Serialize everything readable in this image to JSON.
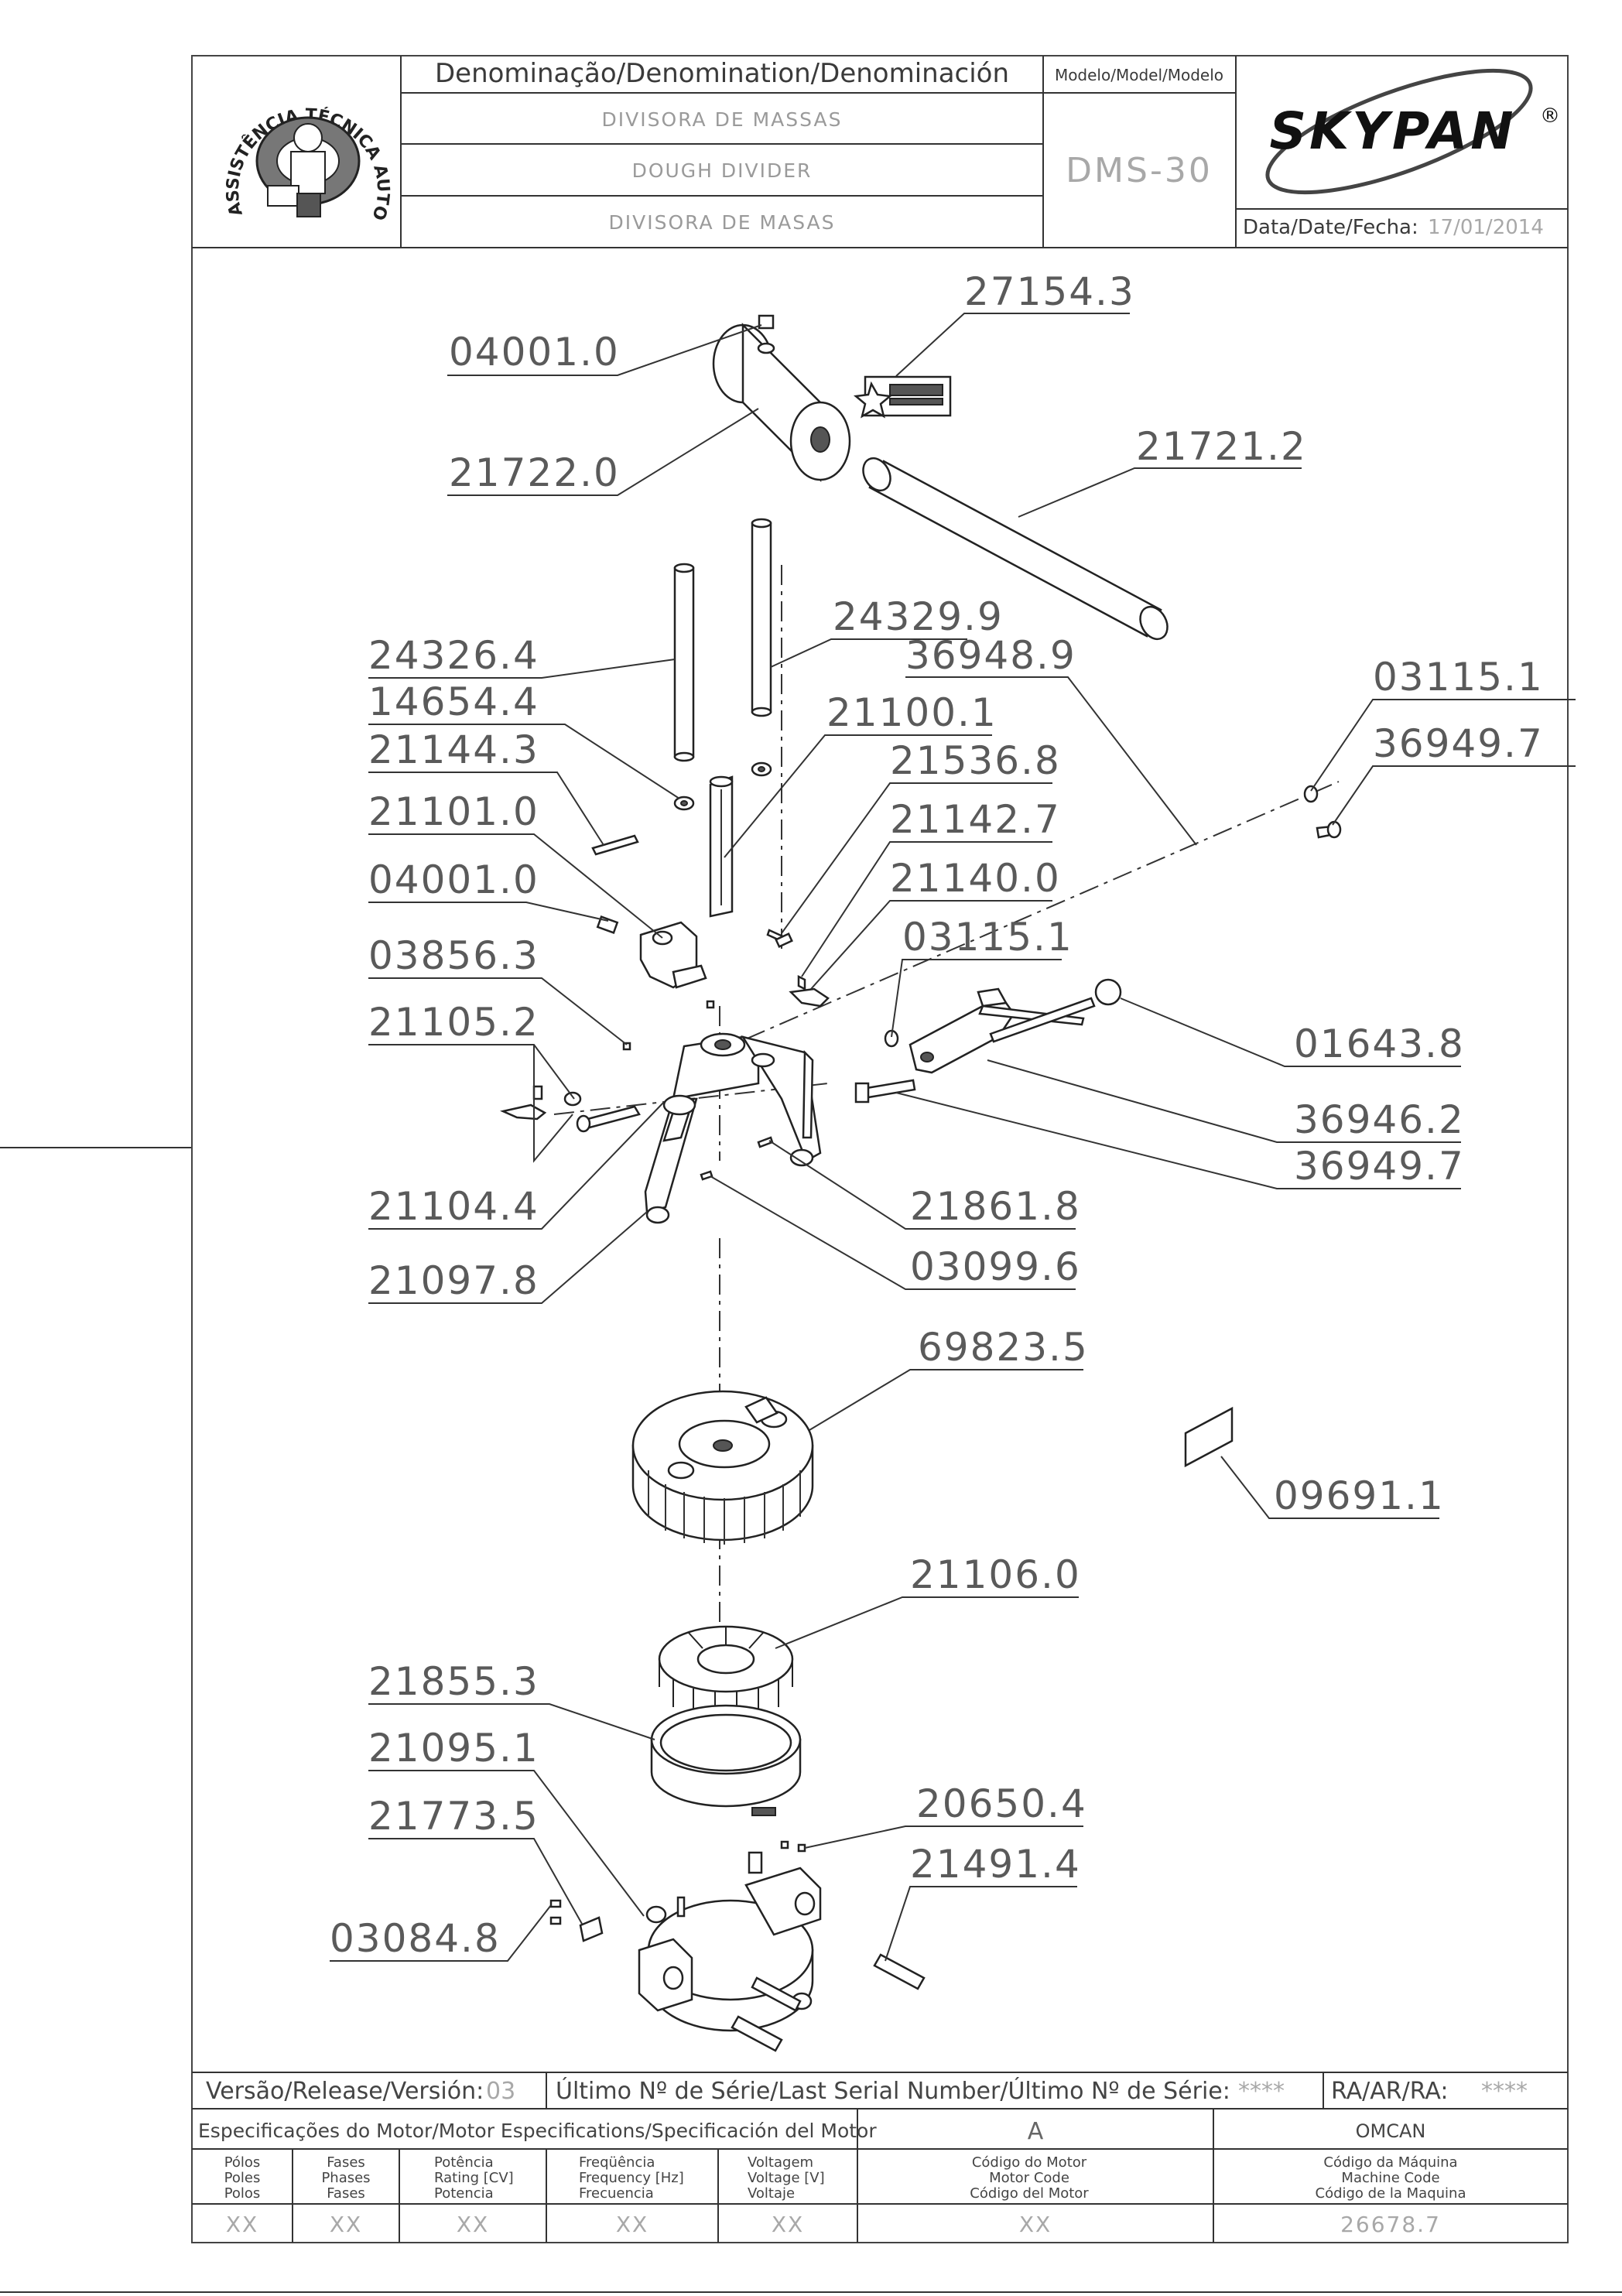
{
  "header": {
    "denomination_title": "Denominação/Denomination/Denominación",
    "names": [
      "DIVISORA DE MASSAS",
      "DOUGH DIVIDER",
      "DIVISORA DE MASAS"
    ],
    "model_label": "Modelo/Model/Modelo",
    "model_value": "DMS-30",
    "brand": "SKYPAN",
    "brand_mark": "®",
    "date_label": "Data/Date/Fecha:",
    "date_value": "17/01/2014",
    "seal_text": "ASSISTÊNCIA TÉCNICA AUTORIZADA"
  },
  "callouts": [
    "04001.0",
    "27154.3",
    "21722.0",
    "21721.2",
    "24329.9",
    "24326.4",
    "36948.9",
    "14654.4",
    "21100.1",
    "03115.1",
    "21144.3",
    "36949.7",
    "21536.8",
    "21101.0",
    "21142.7",
    "04001.0",
    "21140.0",
    "03115.1",
    "03856.3",
    "21105.2",
    "01643.8",
    "36946.2",
    "36949.7",
    "21861.8",
    "21104.4",
    "03099.6",
    "21097.8",
    "69823.5",
    "09691.1",
    "21106.0",
    "21855.3",
    "21095.1",
    "20650.4",
    "21773.5",
    "21491.4",
    "03084.8"
  ],
  "footer": {
    "version_label": "Versão/Release/Versión:",
    "version_value": "03",
    "serial_label": "Último Nº de Série/Last Serial Number/Último Nº de Série:",
    "serial_value": "****",
    "ra_label": "RA/AR/RA:",
    "ra_value": "****",
    "motor_spec_label": "Especificações do Motor/Motor Especifications/Specificación del Motor",
    "motor_spec_value": "A",
    "brand_code": "OMCAN",
    "columns": [
      [
        "Pólos",
        "Poles",
        "Polos"
      ],
      [
        "Fases",
        "Phases",
        "Fases"
      ],
      [
        "Potência",
        "Rating [CV]",
        "Potencia"
      ],
      [
        "Freqüência",
        "Frequency [Hz]",
        "Frecuencia"
      ],
      [
        "Voltagem",
        "Voltage [V]",
        "Voltaje"
      ],
      [
        "Código do Motor",
        "Motor Code",
        "Código del Motor"
      ],
      [
        "Código da Máquina",
        "Machine Code",
        "Código de la Maquina"
      ]
    ],
    "values": [
      "XX",
      "XX",
      "XX",
      "XX",
      "XX",
      "XX",
      "26678.7"
    ]
  }
}
